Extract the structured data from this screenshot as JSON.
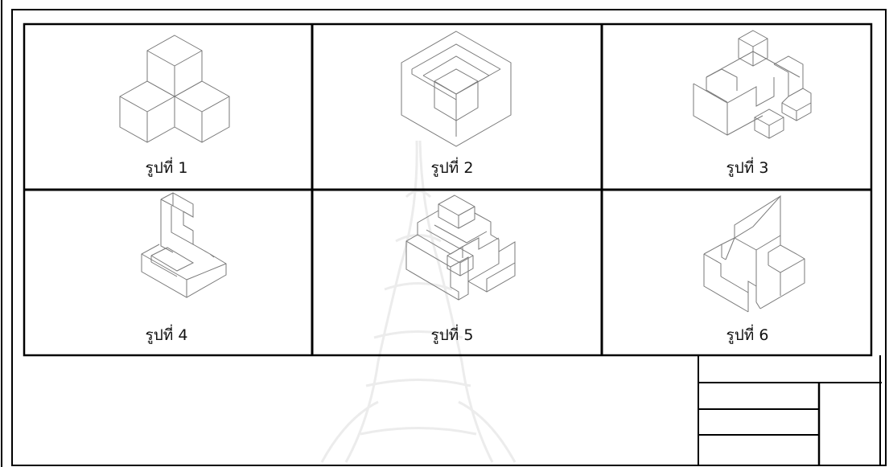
{
  "colors": {
    "frame": "#000000",
    "drawing_line": "#7a7a7a",
    "watermark": "#f0f0f0"
  },
  "icons": {
    "watermark": "temple-emblem-watermark"
  },
  "figures": [
    {
      "label": "รูปที่ 1",
      "subject": "three-cube-cluster"
    },
    {
      "label": "รูปที่ 2",
      "subject": "hexagonal-block-with-stepped-corner-cut"
    },
    {
      "label": "รูปที่ 3",
      "subject": "stepped-block-with-cubes"
    },
    {
      "label": "รูปที่ 4",
      "subject": "block-with-c-shaped-column"
    },
    {
      "label": "รูปที่ 5",
      "subject": "stepped-pyramid-block"
    },
    {
      "label": "รูปที่ 6",
      "subject": "block-with-slanted-wall"
    }
  ],
  "title_block": {
    "cells": [
      "",
      "",
      "",
      "",
      ""
    ]
  }
}
